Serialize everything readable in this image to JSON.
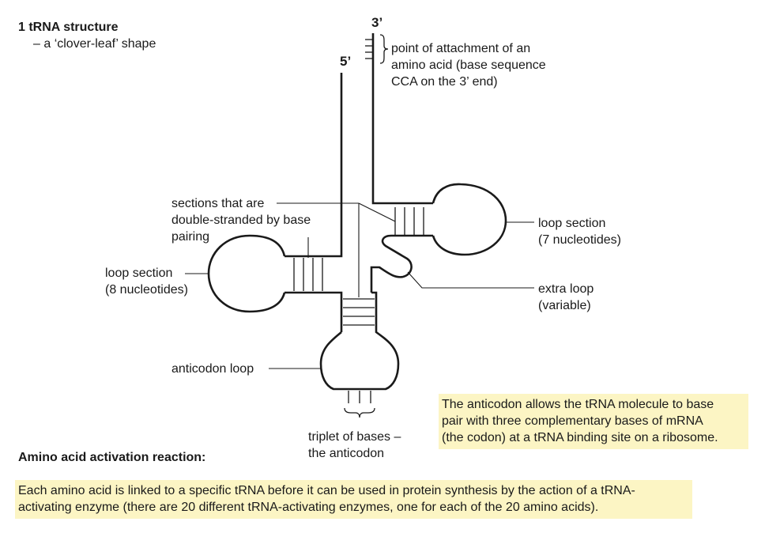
{
  "header": {
    "title": "1 tRNA structure",
    "subtitle": "– a ‘clover-leaf’ shape"
  },
  "diagram": {
    "end_3_label": "3’",
    "end_5_label": "5’",
    "attachment_label": [
      "point of attachment of an",
      "amino acid (base sequence",
      "CCA on the 3’ end)"
    ],
    "double_stranded_label": [
      "sections that are",
      "double-stranded by base",
      "pairing"
    ],
    "loop7_label": [
      "loop section",
      "(7 nucleotides)"
    ],
    "loop8_label": [
      "loop section",
      "(8 nucleotides)"
    ],
    "extra_loop_label": [
      "extra loop",
      "(variable)"
    ],
    "anticodon_loop_label": "anticodon loop",
    "triplet_label": [
      "triplet of bases –",
      "the anticodon"
    ]
  },
  "anticodon_note": [
    "The anticodon allows the tRNA molecule to base",
    "pair with three complementary bases of mRNA",
    "(the codon) at a tRNA binding site on a ribosome."
  ],
  "activation": {
    "heading": "Amino acid activation reaction:",
    "text": [
      "Each amino acid is linked to a specific tRNA before it can be used in protein synthesis by the action of a tRNA-",
      "activating enzyme (there are 20 different tRNA-activating enzymes, one for each of the 20 amino acids)."
    ]
  },
  "colors": {
    "highlight": "#fcf5c4",
    "ink": "#1a1a1a"
  }
}
